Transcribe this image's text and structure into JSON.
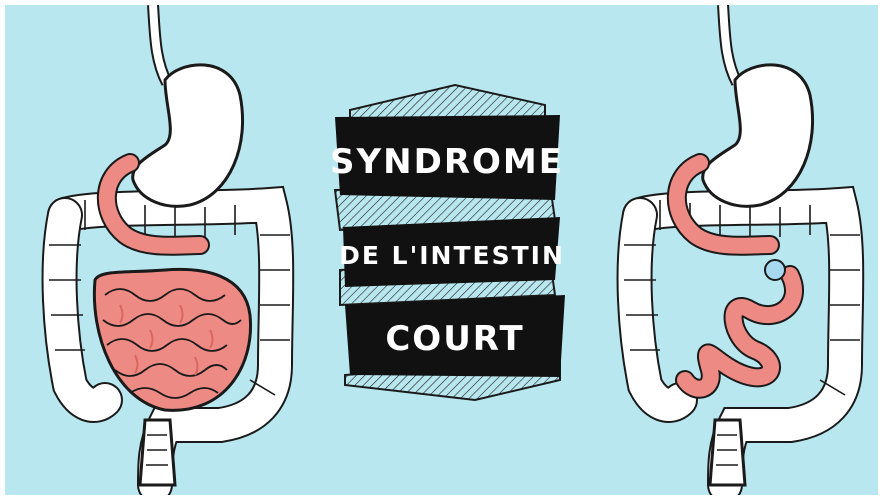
{
  "title": {
    "line1": "SYNDROME",
    "line2": "DE L'INTESTIN",
    "line3": "COURT"
  },
  "colors": {
    "background": "#b9e7ef",
    "intestine": "#ee8a84",
    "intestine_dark": "#d9665f",
    "organ_fill": "#ffffff",
    "outline": "#1a1a1a",
    "banner": "#111111",
    "banner_shade": "#9fd4dc"
  }
}
